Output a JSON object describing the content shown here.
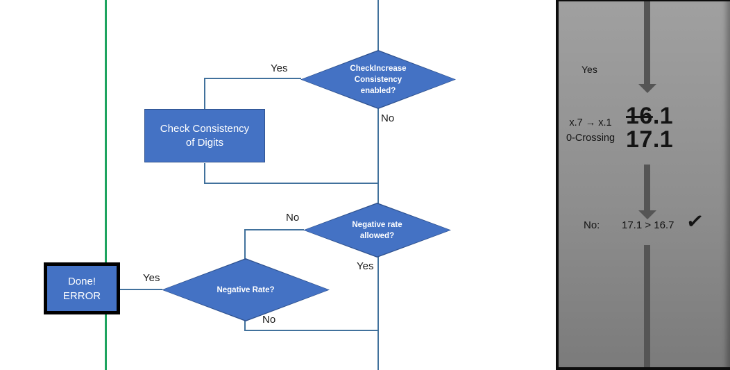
{
  "colors": {
    "shape_fill": "#4472C4",
    "shape_border": "#2F528F",
    "connector_line": "#41719C",
    "green_line": "#1EA45F",
    "panel_arrow": "#555555",
    "panel_bg_top": "#A0A0A0",
    "panel_bg_bottom": "#7B7B7B",
    "shape_text": "#FFFFFF"
  },
  "flowchart": {
    "decision_check_increase": {
      "label": "CheckIncrease\nConsistency\nenabled?",
      "yes_label": "Yes",
      "no_label": "No"
    },
    "process_check_consistency": {
      "label": "Check Consistency\nof Digits"
    },
    "decision_negative_rate_allowed": {
      "label": "Negative rate\nallowed?",
      "no_label": "No",
      "yes_label": "Yes"
    },
    "decision_negative_rate": {
      "label": "Negative Rate?",
      "yes_label": "Yes",
      "no_label": "No"
    },
    "terminator_done_error": {
      "label": "Done!\nERROR"
    }
  },
  "panel": {
    "yes_label": "Yes",
    "rule_line1": "x.7 → x.1",
    "rule_line2": "0-Crossing",
    "old_value_struck": "16",
    "old_value_rest": ".1",
    "new_value": "17.1",
    "result_prefix": "No:",
    "result_comparison": "17.1 > 16.7",
    "check_icon": "✓"
  }
}
